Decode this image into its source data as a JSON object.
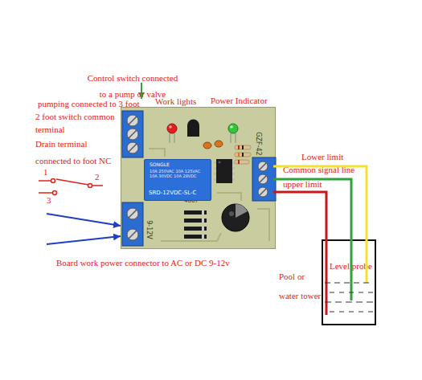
{
  "diagram": {
    "nodes": [
      {
        "text": [
          "GZF-42",
          "4007",
          "9-12V"
        ]
      },
      {
        "text": [
          "SONGLE",
          "10A 250VAC 10A 125VAC 10A 30VDC 10A 28VDC",
          "SRD-12VDC-SL-C"
        ],
        "in": 0
      },
      {
        "text": [
          "Level probe",
          "Pool or water tower"
        ]
      }
    ],
    "edges": [
      {
        "from": 0,
        "to": 2,
        "arrow": "none",
        "label": "Lower limit"
      },
      {
        "from": 0,
        "to": 2,
        "arrow": "none",
        "label": "Common signal line"
      },
      {
        "from": 0,
        "to": 2,
        "arrow": "none",
        "label": "upper limit"
      }
    ],
    "labels": [
      "Control switch connected to a pump or valve",
      "pumping connected to 3 foot",
      "2 foot switch common terminal",
      "Drain terminal",
      "connected to foot NC",
      "Work lights",
      "Power Indicator",
      "1",
      "2",
      "3",
      "Board work power connector to AC or DC 9-12v"
    ]
  }
}
